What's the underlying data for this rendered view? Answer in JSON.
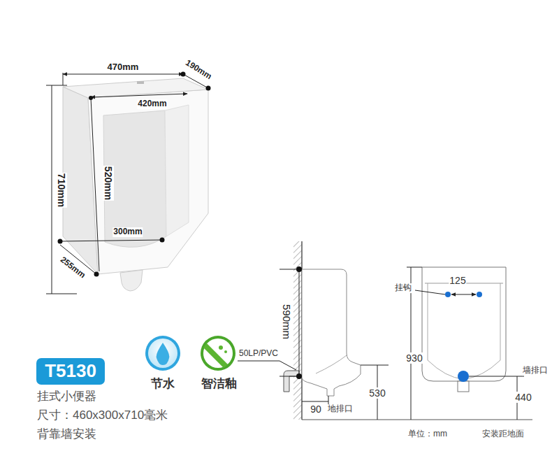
{
  "diagram": {
    "nodes": [
      {
        "text": [
          "T5130"
        ]
      }
    ],
    "labels": [
      "470mm",
      "190mm",
      "420mm",
      "710mm",
      "520mm",
      "300mm",
      "255mm",
      "590mm",
      "50LP/PVC",
      "530",
      "90",
      "地排口",
      "930",
      "125",
      "挂钩",
      "墙排口",
      "440",
      "单位：mm",
      "安装距地面",
      "节水",
      "智洁釉",
      "挂式小便器",
      "尺寸：460x300x710毫米",
      "背靠墙安装"
    ]
  }
}
